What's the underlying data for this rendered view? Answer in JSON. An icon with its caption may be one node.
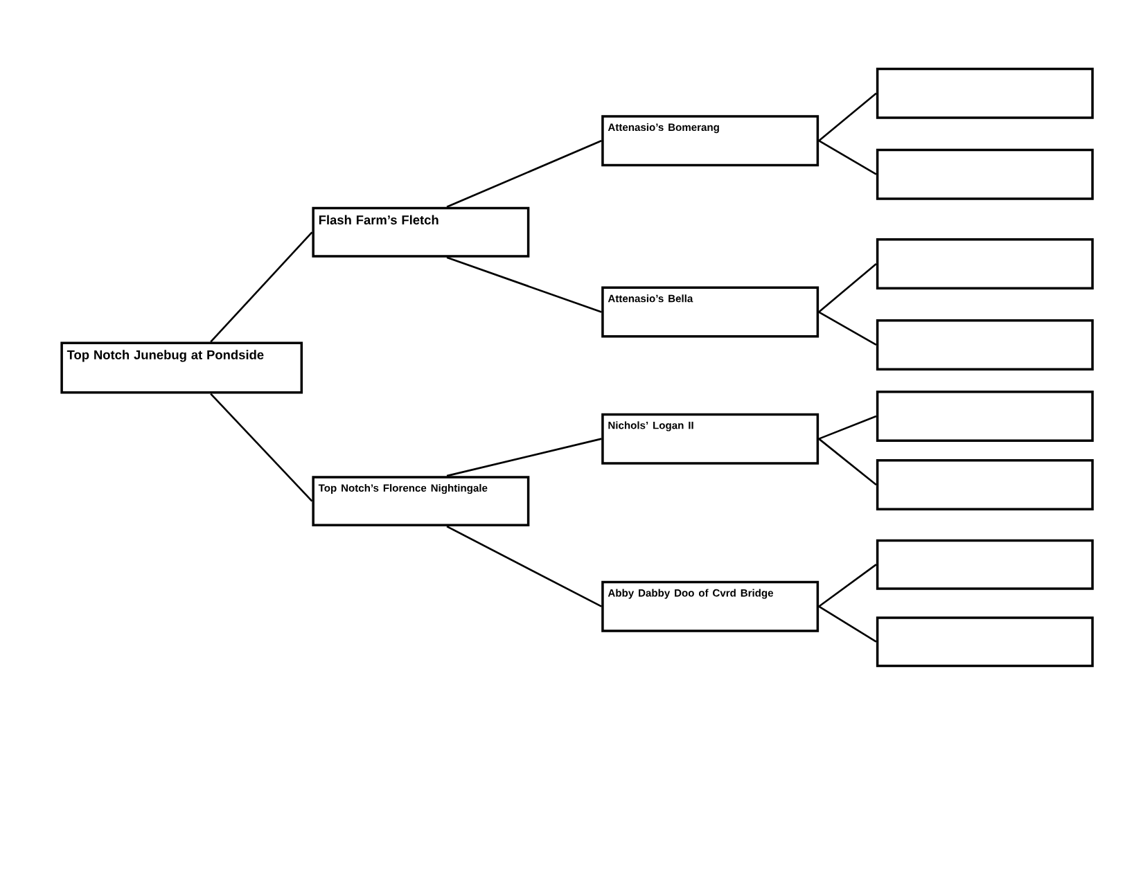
{
  "diagram": {
    "nodes": [
      {
        "text": [
          "Top Notch Junebug at Pondside"
        ]
      },
      {
        "text": [
          "Flash Farm’s Fletch"
        ]
      },
      {
        "text": [
          "Attenasio’s Bomerang"
        ]
      },
      {
        "text": [],
        "shape": "box"
      },
      {
        "text": [],
        "shape": "box"
      },
      {
        "text": [
          "Attenasio’s Bella"
        ]
      },
      {
        "text": [],
        "shape": "box"
      },
      {
        "text": [],
        "shape": "box"
      },
      {
        "text": [
          "Top Notch’s Florence Nightingale"
        ]
      },
      {
        "text": [
          "Nichols’ Logan II"
        ]
      },
      {
        "text": [],
        "shape": "box"
      },
      {
        "text": [],
        "shape": "box"
      },
      {
        "text": [
          "Abby Dabby Doo of  Cvrd Bridge"
        ]
      },
      {
        "text": [],
        "shape": "box"
      },
      {
        "text": [],
        "shape": "box"
      }
    ],
    "edges": [
      {
        "from": 0,
        "to": 1,
        "arrow": "none"
      },
      {
        "from": 1,
        "to": 2,
        "arrow": "none"
      },
      {
        "from": 2,
        "to": 3,
        "arrow": "none"
      },
      {
        "from": 2,
        "to": 4,
        "arrow": "none"
      },
      {
        "from": 1,
        "to": 5,
        "arrow": "none"
      },
      {
        "from": 5,
        "to": 6,
        "arrow": "none"
      },
      {
        "from": 5,
        "to": 7,
        "arrow": "none"
      },
      {
        "from": 0,
        "to": 8,
        "arrow": "none"
      },
      {
        "from": 8,
        "to": 9,
        "arrow": "none"
      },
      {
        "from": 9,
        "to": 10,
        "arrow": "none"
      },
      {
        "from": 9,
        "to": 11,
        "arrow": "none"
      },
      {
        "from": 8,
        "to": 12,
        "arrow": "none"
      },
      {
        "from": 12,
        "to": 13,
        "arrow": "none"
      },
      {
        "from": 12,
        "to": 14,
        "arrow": "none"
      }
    ]
  }
}
